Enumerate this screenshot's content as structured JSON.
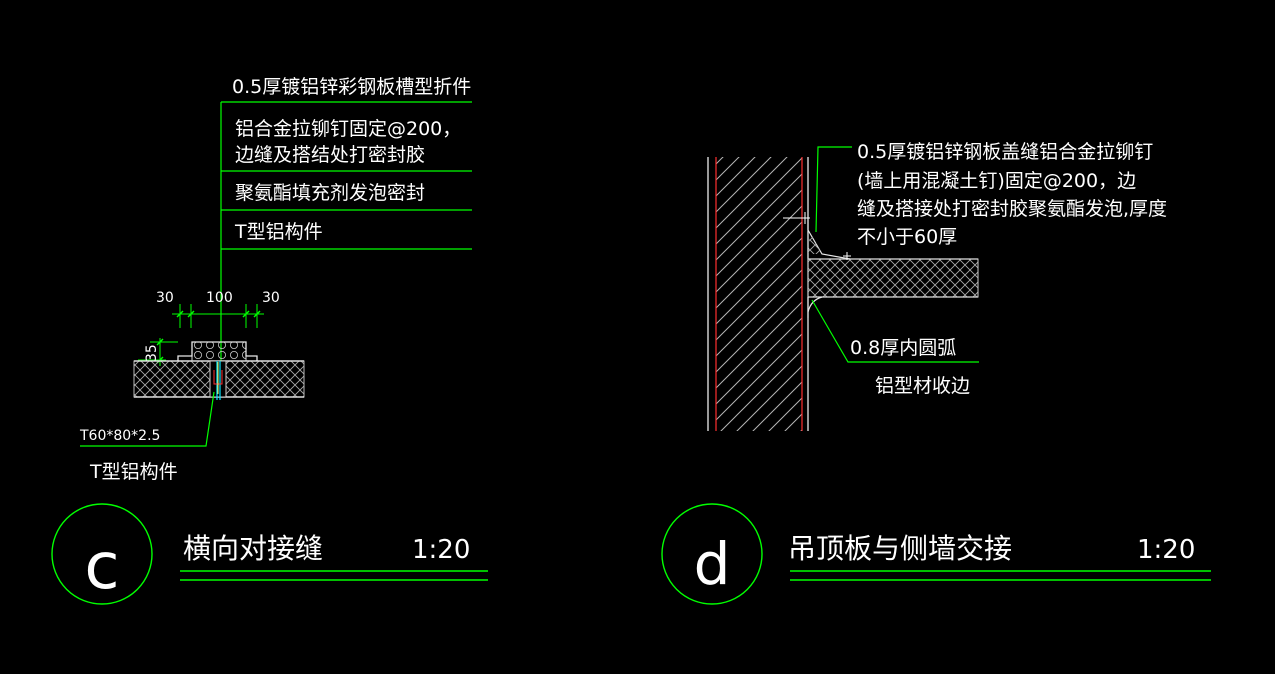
{
  "detail_c": {
    "callout_lines": [
      "0.5厚镀铝锌彩钢板槽型折件",
      "铝合金拉铆钉固定@200，",
      "边缝及搭结处打密封胶",
      "聚氨酯填充剂发泡密封",
      "T型铝构件"
    ],
    "dims": {
      "left": "30",
      "mid": "100",
      "right": "30",
      "height": "35"
    },
    "profile_label": "T60*80*2.5",
    "component_label": "T型铝构件",
    "bubble_letter": "c",
    "title": "横向对接缝",
    "scale": "1:20"
  },
  "detail_d": {
    "callout_lines": [
      "0.5厚镀铝锌钢板盖缝铝合金拉铆钉",
      "(墙上用混凝土钉)固定@200，边",
      "缝及搭接处打密封胶聚氨酯发泡,厚度",
      "不小于60厚"
    ],
    "trim_line1": "0.8厚内圆弧",
    "trim_line2": "铝型材收边",
    "bubble_letter": "d",
    "title": "吊顶板与侧墙交接",
    "scale": "1:20"
  },
  "colors": {
    "background": "#000000",
    "leader": "#00ff00",
    "text": "#ffffff",
    "wall_edge": "#ff3030",
    "hatch": "#bdbdbd",
    "dim": "#00ff00",
    "joint": "#00e5ff"
  }
}
